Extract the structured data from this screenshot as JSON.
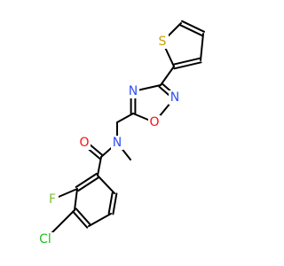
{
  "molecule": {
    "colors": {
      "bond": "#000000",
      "carbon": "#000000",
      "oxygen": "#ff0d0d",
      "nitrogen": "#3050f8",
      "sulfur": "#c8a000",
      "fluorine": "#7fbf3f",
      "chlorine": "#1fbf1f"
    },
    "atoms": [
      {
        "id": "o_carbonyl",
        "symbol": "O",
        "role": "oxygen"
      },
      {
        "id": "n_amide",
        "symbol": "N",
        "role": "nitrogen"
      },
      {
        "id": "n_ring_3",
        "symbol": "N",
        "role": "nitrogen"
      },
      {
        "id": "n_ring_2",
        "symbol": "N",
        "role": "nitrogen"
      },
      {
        "id": "o_ring",
        "symbol": "O",
        "role": "oxygen"
      },
      {
        "id": "s_thiophene",
        "symbol": "S",
        "role": "sulfur"
      },
      {
        "id": "f_aryl",
        "symbol": "F",
        "role": "fluorine"
      },
      {
        "id": "cl_aryl",
        "symbol": "Cl",
        "role": "chlorine"
      }
    ]
  }
}
